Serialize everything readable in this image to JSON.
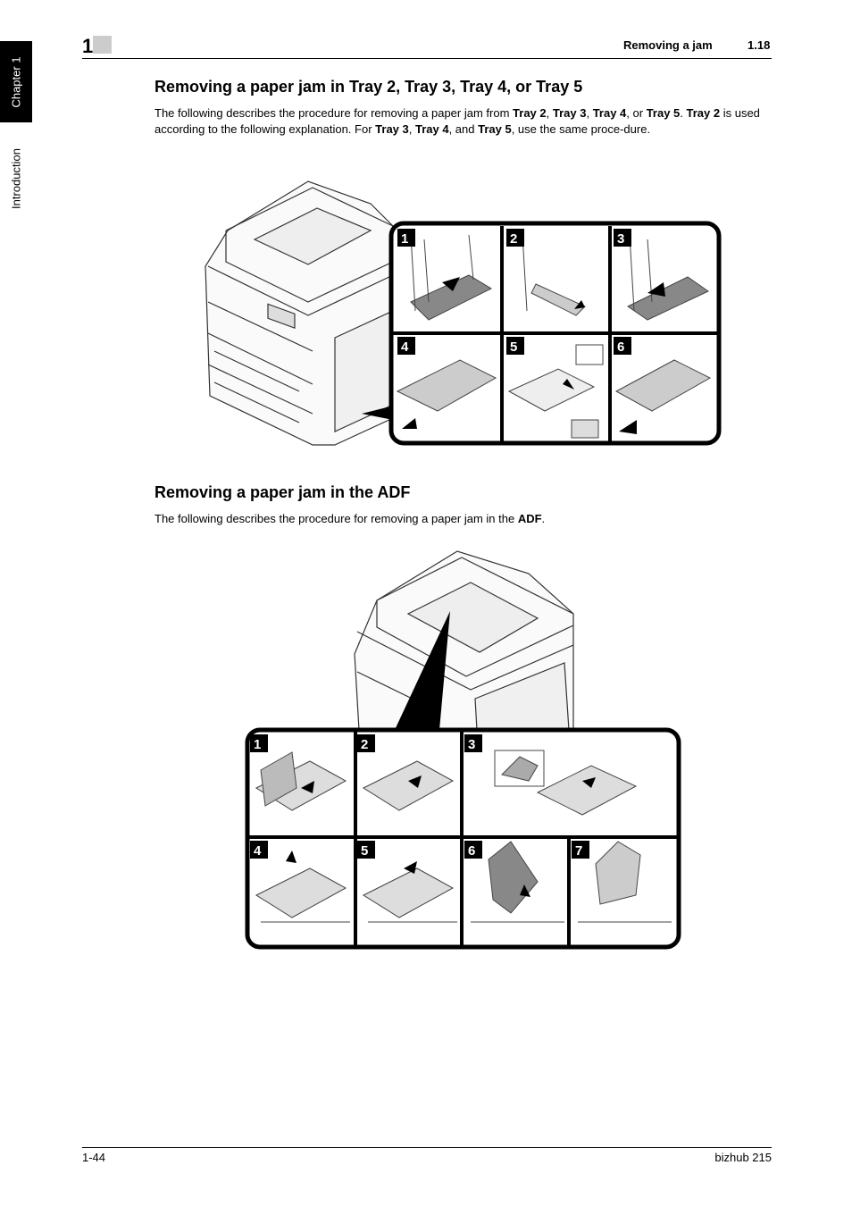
{
  "sidebar": {
    "chapter": "Chapter 1",
    "section": "Introduction"
  },
  "header": {
    "chapter_number": "1",
    "title": "Removing a jam",
    "section_number": "1.18"
  },
  "sections": [
    {
      "heading": "Removing a paper jam in Tray 2, Tray 3, Tray 4, or Tray 5",
      "steps": [
        "1",
        "2",
        "3",
        "4",
        "5",
        "6"
      ]
    },
    {
      "heading": "Removing a paper jam in the ADF",
      "body": "The following describes the procedure for removing a paper jam in the ",
      "body_bold": "ADF",
      "body_end": ".",
      "steps": [
        "1",
        "2",
        "3",
        "4",
        "5",
        "6",
        "7"
      ]
    }
  ],
  "para1": [
    {
      "t": "The following describes the procedure for removing a paper jam from ",
      "b": false
    },
    {
      "t": "Tray 2",
      "b": true
    },
    {
      "t": ", ",
      "b": false
    },
    {
      "t": "Tray 3",
      "b": true
    },
    {
      "t": ", ",
      "b": false
    },
    {
      "t": "Tray 4",
      "b": true
    },
    {
      "t": ", or ",
      "b": false
    },
    {
      "t": "Tray 5",
      "b": true
    },
    {
      "t": ". ",
      "b": false
    },
    {
      "t": "Tray 2",
      "b": true
    },
    {
      "t": " is used according to the following explanation. For ",
      "b": false
    },
    {
      "t": "Tray 3",
      "b": true
    },
    {
      "t": ", ",
      "b": false
    },
    {
      "t": "Tray 4",
      "b": true
    },
    {
      "t": ", and ",
      "b": false
    },
    {
      "t": "Tray 5",
      "b": true
    },
    {
      "t": ", use the same proce-dure.",
      "b": false
    }
  ],
  "footer": {
    "page": "1-44",
    "product": "bizhub 215"
  }
}
